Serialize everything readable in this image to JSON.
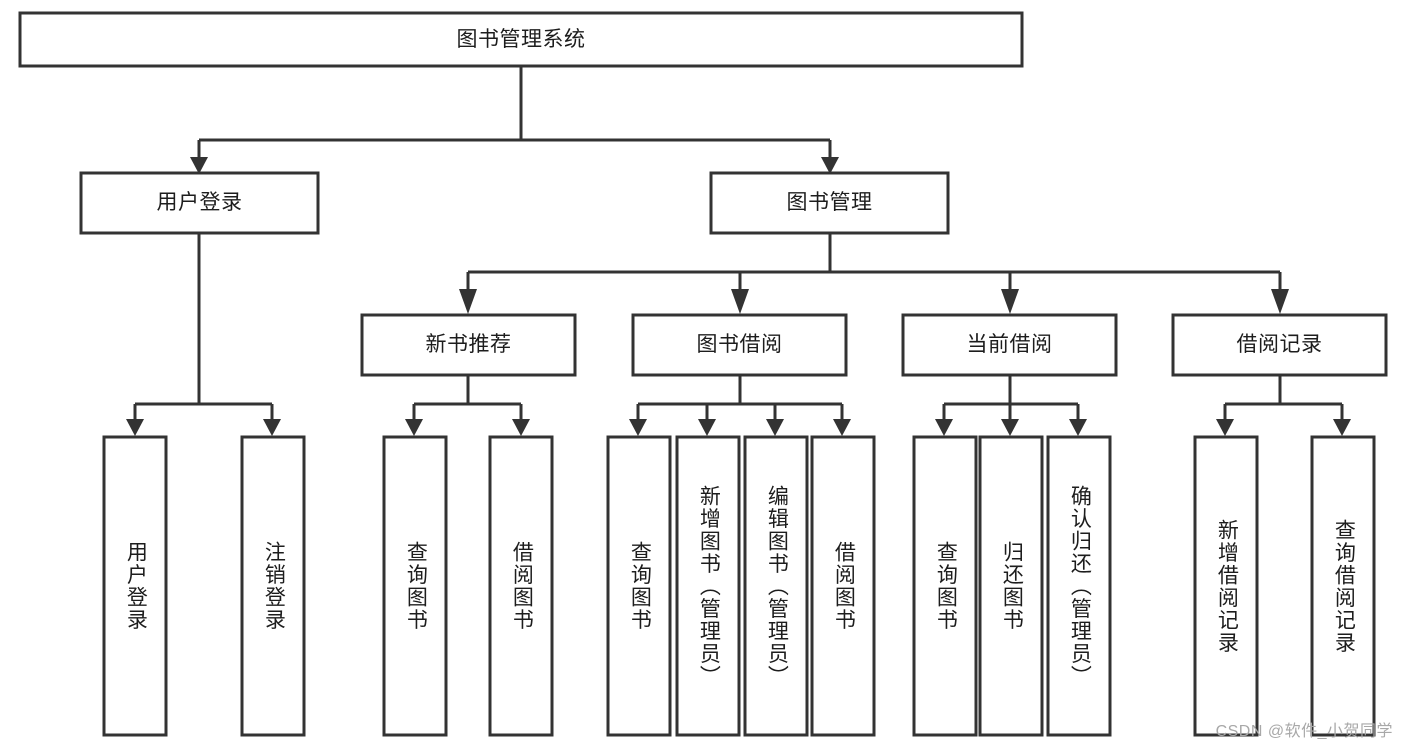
{
  "diagram": {
    "type": "tree-hierarchy",
    "title": "图书管理系统",
    "watermark": "CSDN @软件_小贺同学",
    "colors": {
      "stroke": "#333333",
      "fill": "#ffffff",
      "text": "#1d1d1d",
      "watermark": "#a8a8a8"
    },
    "nodes": {
      "root": {
        "label": "图书管理系统",
        "level": 0,
        "orientation": "horizontal"
      },
      "user_login": {
        "label": "用户登录",
        "level": 1,
        "orientation": "horizontal"
      },
      "book_mgmt": {
        "label": "图书管理",
        "level": 1,
        "orientation": "horizontal"
      },
      "new_book_rec": {
        "label": "新书推荐",
        "level": 2,
        "orientation": "horizontal"
      },
      "book_borrow": {
        "label": "图书借阅",
        "level": 2,
        "orientation": "horizontal"
      },
      "current_borrow": {
        "label": "当前借阅",
        "level": 2,
        "orientation": "horizontal"
      },
      "borrow_record": {
        "label": "借阅记录",
        "level": 2,
        "orientation": "horizontal"
      },
      "leaf_user_login": {
        "label": "用户登录",
        "level": 3,
        "orientation": "vertical"
      },
      "leaf_logout": {
        "label": "注销登录",
        "level": 3,
        "orientation": "vertical"
      },
      "leaf_query_book_1": {
        "label": "查询图书",
        "level": 3,
        "orientation": "vertical"
      },
      "leaf_borrow_book_1": {
        "label": "借阅图书",
        "level": 3,
        "orientation": "vertical"
      },
      "leaf_query_book_2": {
        "label": "查询图书",
        "level": 3,
        "orientation": "vertical"
      },
      "leaf_add_book": {
        "label": "新增图书（管理员）",
        "level": 3,
        "orientation": "vertical"
      },
      "leaf_edit_book": {
        "label": "编辑图书（管理员）",
        "level": 3,
        "orientation": "vertical"
      },
      "leaf_borrow_book_2": {
        "label": "借阅图书",
        "level": 3,
        "orientation": "vertical"
      },
      "leaf_query_book_3": {
        "label": "查询图书",
        "level": 3,
        "orientation": "vertical"
      },
      "leaf_return_book": {
        "label": "归还图书",
        "level": 3,
        "orientation": "vertical"
      },
      "leaf_confirm_return": {
        "label": "确认归还（管理员）",
        "level": 3,
        "orientation": "vertical"
      },
      "leaf_add_record": {
        "label": "新增借阅记录",
        "level": 3,
        "orientation": "vertical"
      },
      "leaf_query_record": {
        "label": "查询借阅记录",
        "level": 3,
        "orientation": "vertical"
      }
    },
    "edges": [
      {
        "from": "root",
        "to": "user_login"
      },
      {
        "from": "root",
        "to": "book_mgmt"
      },
      {
        "from": "book_mgmt",
        "to": "new_book_rec"
      },
      {
        "from": "book_mgmt",
        "to": "book_borrow"
      },
      {
        "from": "book_mgmt",
        "to": "current_borrow"
      },
      {
        "from": "book_mgmt",
        "to": "borrow_record"
      },
      {
        "from": "user_login",
        "to": "leaf_user_login"
      },
      {
        "from": "user_login",
        "to": "leaf_logout"
      },
      {
        "from": "new_book_rec",
        "to": "leaf_query_book_1"
      },
      {
        "from": "new_book_rec",
        "to": "leaf_borrow_book_1"
      },
      {
        "from": "book_borrow",
        "to": "leaf_query_book_2"
      },
      {
        "from": "book_borrow",
        "to": "leaf_add_book"
      },
      {
        "from": "book_borrow",
        "to": "leaf_edit_book"
      },
      {
        "from": "book_borrow",
        "to": "leaf_borrow_book_2"
      },
      {
        "from": "current_borrow",
        "to": "leaf_query_book_3"
      },
      {
        "from": "current_borrow",
        "to": "leaf_return_book"
      },
      {
        "from": "current_borrow",
        "to": "leaf_confirm_return"
      },
      {
        "from": "borrow_record",
        "to": "leaf_add_record"
      },
      {
        "from": "borrow_record",
        "to": "leaf_query_record"
      }
    ]
  }
}
